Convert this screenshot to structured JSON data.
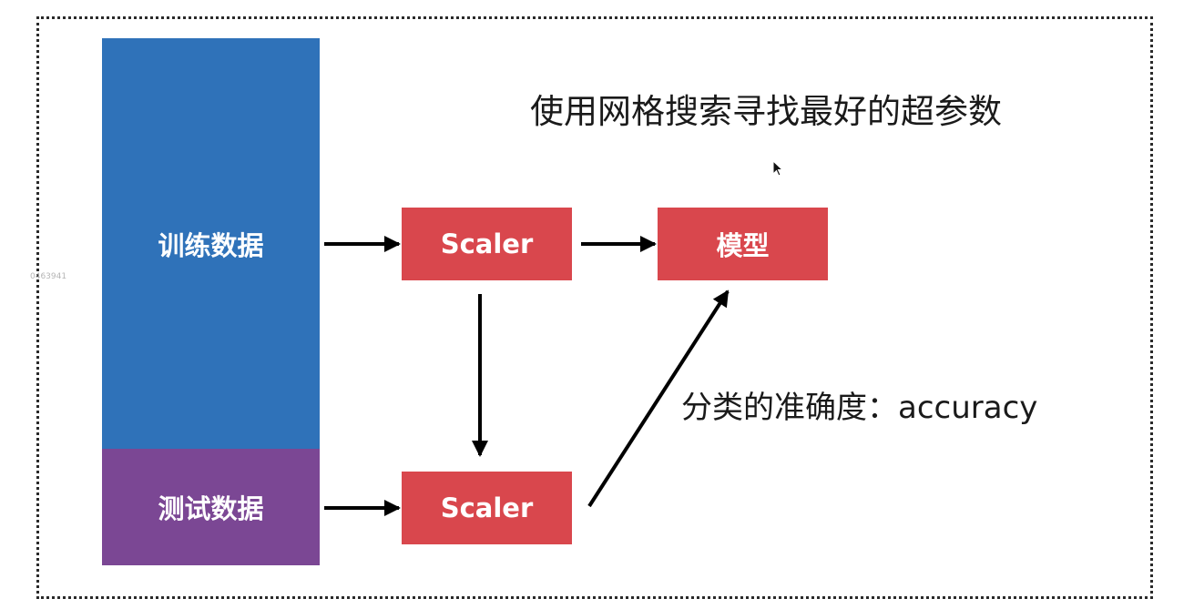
{
  "diagram": {
    "title": "使用网格搜索寻找最好的超参数",
    "train_label": "训练数据",
    "test_label": "测试数据",
    "scaler_top_label": "Scaler",
    "scaler_bottom_label": "Scaler",
    "model_label": "模型",
    "accuracy_label": "分类的准确度：accuracy",
    "watermark": "0463941"
  },
  "colors": {
    "train": "#2f72b9",
    "test": "#7b4794",
    "scaler": "#d9474d",
    "model": "#d9474d",
    "arrow": "#000000"
  },
  "icons": {
    "cursor": "mouse-pointer-icon"
  }
}
